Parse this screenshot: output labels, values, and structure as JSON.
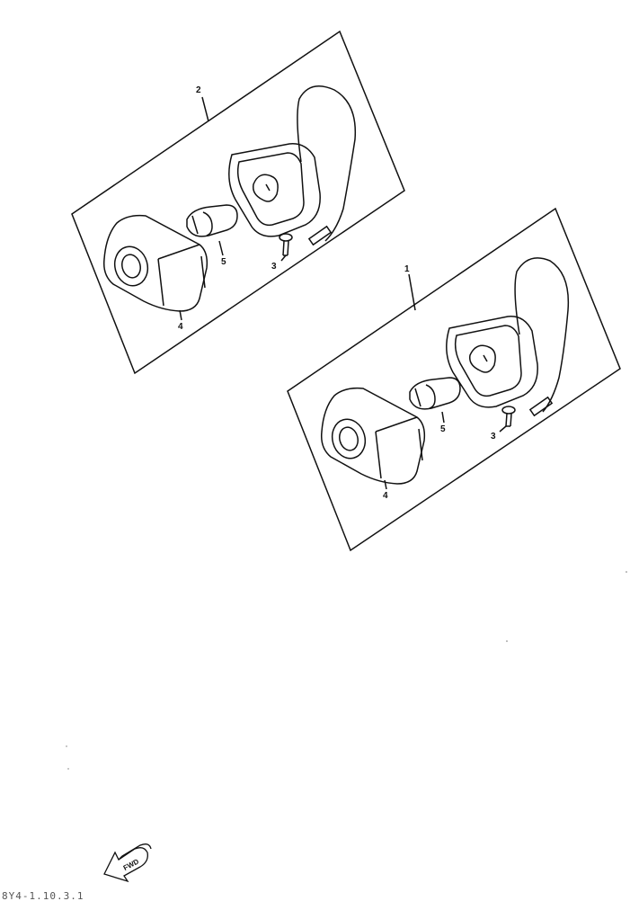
{
  "assemblies": [
    {
      "id": "assembly-2",
      "callout": "2",
      "parts": {
        "screw": "3",
        "lens": "4",
        "bulb": "5"
      }
    },
    {
      "id": "assembly-1",
      "callout": "1",
      "parts": {
        "screw": "3",
        "lens": "4",
        "bulb": "5"
      }
    }
  ],
  "forward_badge": {
    "label": "FWD"
  },
  "page_code": "8Y4-1.10.3.1",
  "colors": {
    "line": "#111111",
    "paper": "#ffffff"
  }
}
